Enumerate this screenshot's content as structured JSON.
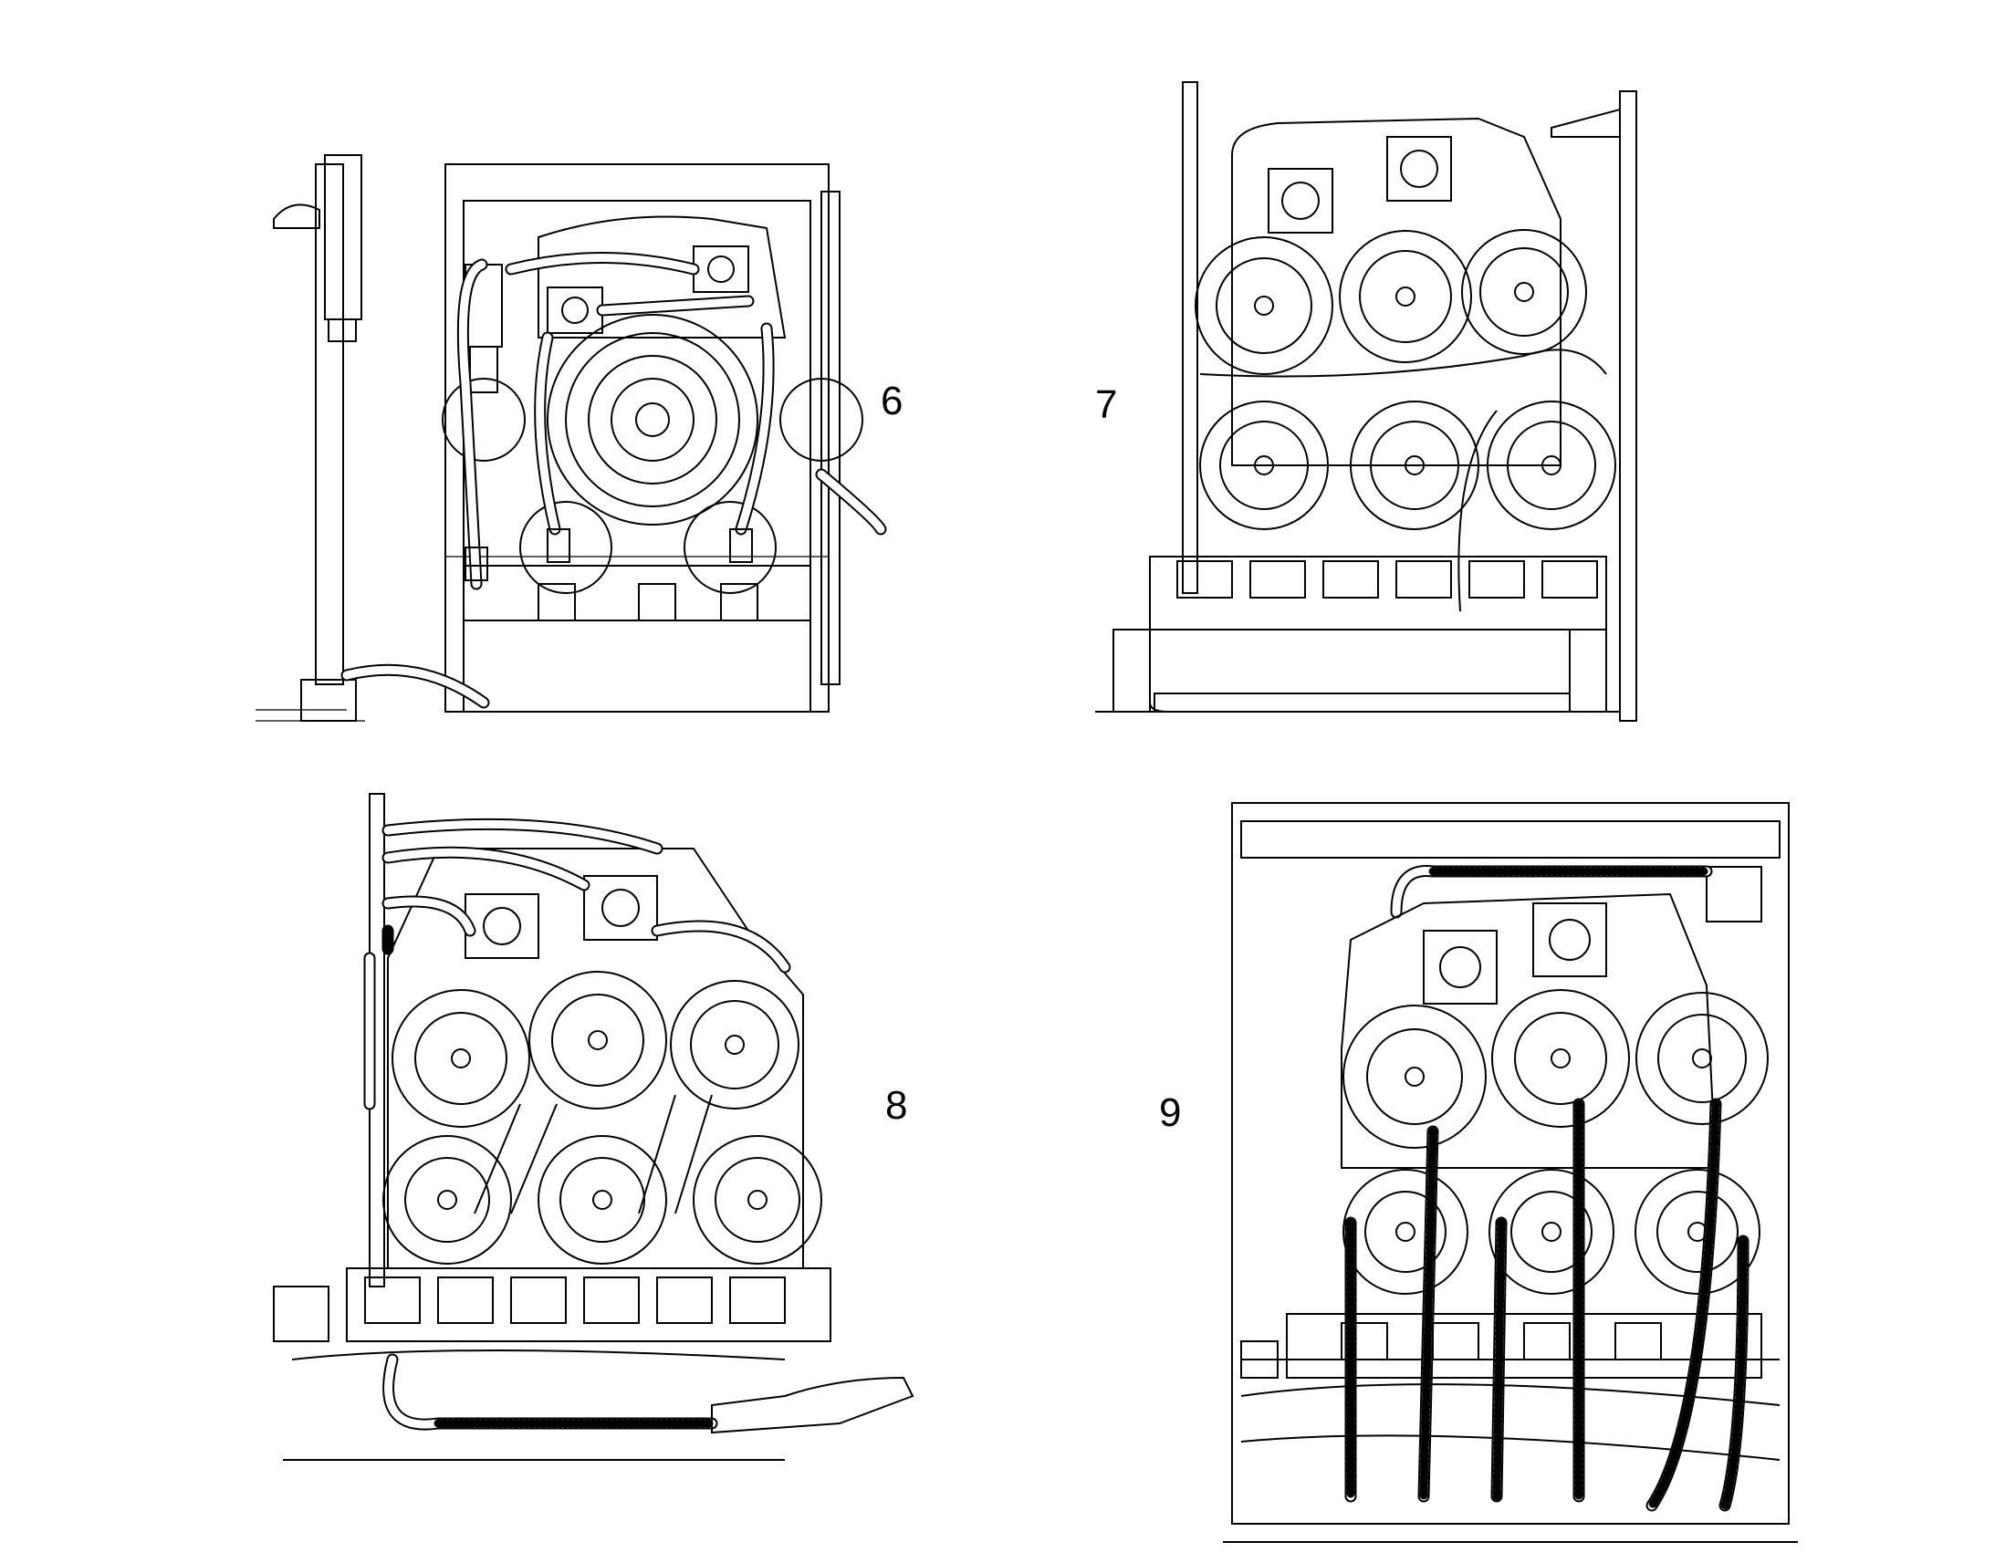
{
  "figures": [
    {
      "id": "fig-6",
      "label": "6"
    },
    {
      "id": "fig-7",
      "label": "7"
    },
    {
      "id": "fig-8",
      "label": "8"
    },
    {
      "id": "fig-9",
      "label": "9"
    }
  ]
}
